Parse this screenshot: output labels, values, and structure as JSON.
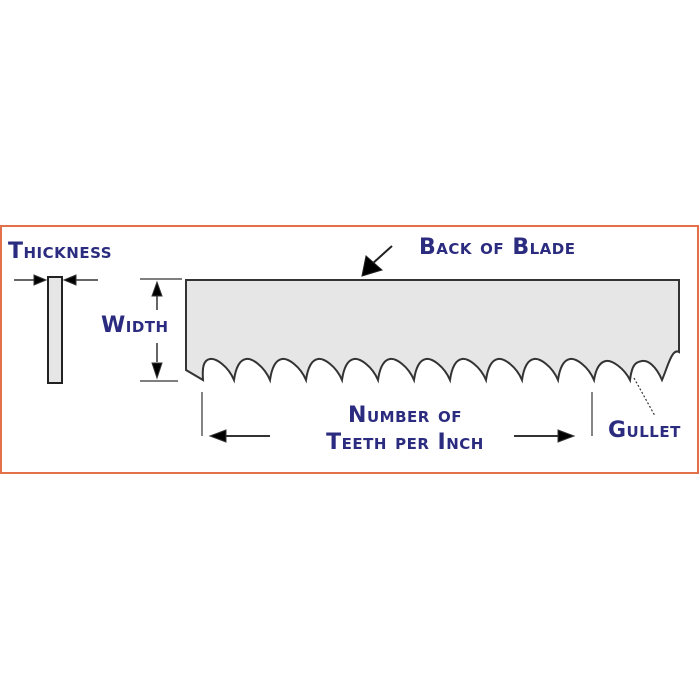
{
  "diagram": {
    "subject": "Band saw blade anatomy",
    "frame_color": "#e2714a",
    "label_color": "#2b2b7f",
    "blade_fill": "#e6e6e6",
    "labels": {
      "thickness": "Thickness",
      "width": "Width",
      "back_of_blade": "Back of Blade",
      "teeth_per_inch_line1": "Number of",
      "teeth_per_inch_line2": "Teeth per Inch",
      "gullet": "Gullet"
    },
    "icons": {
      "thickness_arrows": "arrow-right / arrow-left pointing at blade edge",
      "width_arrows": "arrow-up / arrow-down",
      "back_arrow": "arrow-down-left",
      "tpi_arrows": "arrow-left / arrow-right"
    }
  }
}
